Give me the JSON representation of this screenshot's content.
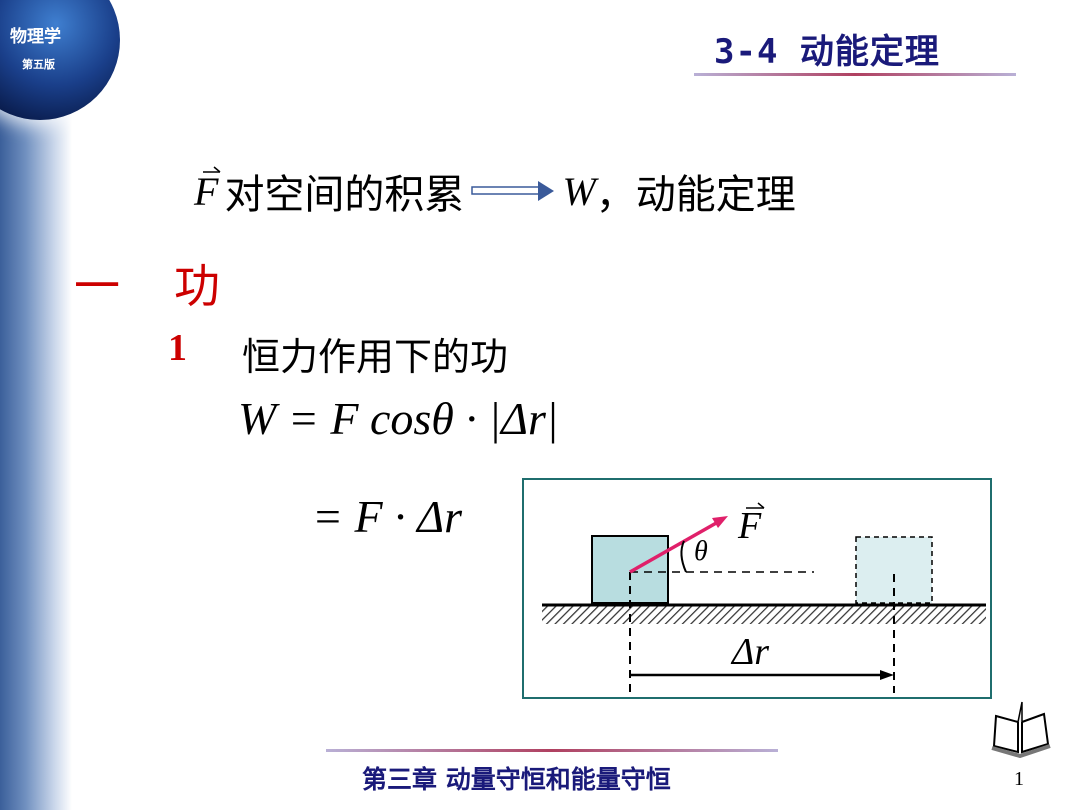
{
  "logo": {
    "title": "物理学",
    "edition": "第五版"
  },
  "header": {
    "title": "3-4   动能定理"
  },
  "intro": {
    "symbol": "F",
    "text": "对空间的积累",
    "result": "W",
    "suffix": "，动能定理"
  },
  "section": {
    "number": "一",
    "title": "功"
  },
  "subsection": {
    "number": "1",
    "title": "恒力作用下的功"
  },
  "equations": {
    "eq1": "W = F cosθ · |Δr|",
    "eq2": "= F · Δr"
  },
  "diagram": {
    "force_label": "F",
    "angle_label": "θ",
    "displacement_label": "Δr",
    "force_color": "#e0206a",
    "block_color": "#b8dde0",
    "border_color": "#1f6e6e"
  },
  "footer": {
    "chapter": "第三章   动量守恒和能量守恒",
    "page": "1"
  },
  "colors": {
    "title": "#1a1a7a",
    "accent": "#cc0000"
  }
}
